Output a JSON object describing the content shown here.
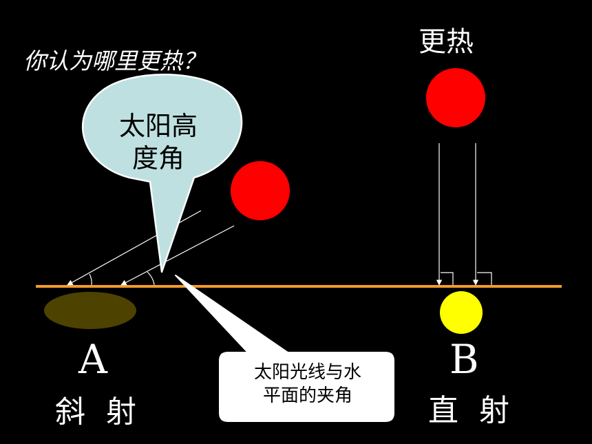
{
  "question": "你认为哪里更热？",
  "hotter_label": "更热",
  "bubble": {
    "line1": "太阳高",
    "line2": "度角"
  },
  "callout": {
    "line1": "太阳光线与水",
    "line2": "平面的夹角"
  },
  "point_a": {
    "letter": "A",
    "caption": "斜 射"
  },
  "point_b": {
    "letter": "B",
    "caption": "直 射"
  },
  "colors": {
    "background": "#000000",
    "ground_line": "#f39a2b",
    "sun": "#ff0000",
    "spot_a": "#4d4200",
    "spot_b": "#ffff00",
    "bubble_fill": "#bfe0e0",
    "callout_fill": "#ffffff",
    "ray": "#ffffff"
  }
}
